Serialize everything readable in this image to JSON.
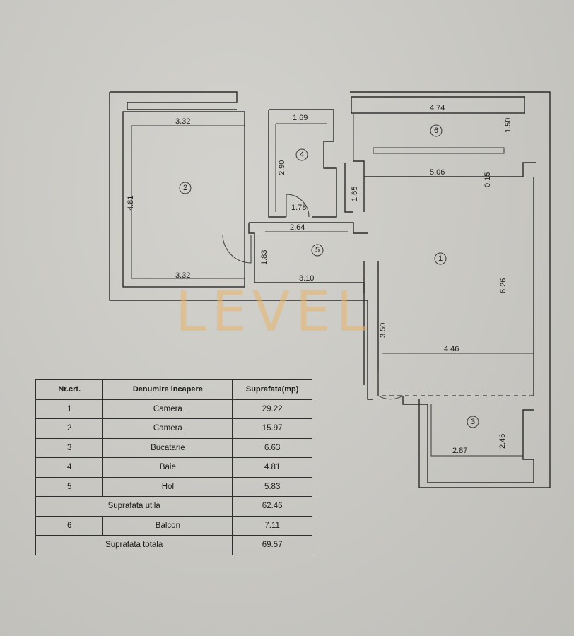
{
  "plan": {
    "dimensions": [
      "3.32",
      "4.81",
      "3.32",
      "1.69",
      "2.90",
      "1.78",
      "2.64",
      "1.83",
      "3.10",
      "4.74",
      "1.50",
      "5.06",
      "0.15",
      "1.65",
      "6.26",
      "3.50",
      "4.46",
      "2.87",
      "2.46"
    ],
    "room_numbers": [
      "1",
      "2",
      "3",
      "4",
      "5",
      "6"
    ],
    "watermark": "LEVEL"
  },
  "table": {
    "headers": [
      "Nr.crt.",
      "Denumire incapere",
      "Suprafata(mp)"
    ],
    "rows": [
      {
        "nr": "1",
        "name": "Camera",
        "area": "29.22"
      },
      {
        "nr": "2",
        "name": "Camera",
        "area": "15.97"
      },
      {
        "nr": "3",
        "name": "Bucatarie",
        "area": "6.63"
      },
      {
        "nr": "4",
        "name": "Baie",
        "area": "4.81"
      },
      {
        "nr": "5",
        "name": "Hol",
        "area": "5.83"
      }
    ],
    "subtotal": {
      "label": "Suprafata utila",
      "area": "62.46"
    },
    "balcony": {
      "nr": "6",
      "name": "Balcon",
      "area": "7.11"
    },
    "total": {
      "label": "Suprafata totala",
      "area": "69.57"
    }
  }
}
